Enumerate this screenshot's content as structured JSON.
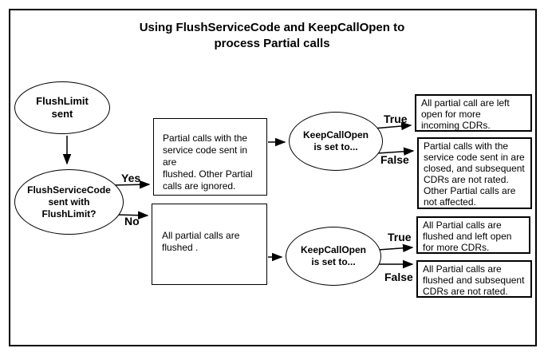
{
  "title": "Using FlushServiceCode and KeepCallOpen to\nprocess Partial calls",
  "nodes": {
    "flush_limit": "FlushLimit\nsent",
    "flush_service_code": "FlushServiceCode\nsent with\nFlushLimit?",
    "keep_call_open_top": "KeepCallOpen\nis set to...",
    "keep_call_open_bottom": "KeepCallOpen\nis set to...",
    "yes_branch_box": "Partial calls with the\nservice code sent in are\nflushed. Other Partial\ncalls are ignored.",
    "no_branch_box": "All partial calls are\nflushed .",
    "true_top_box": "All partial call are  left\nopen for more\nincoming CDRs.",
    "false_top_box": "Partial calls with the\nservice code sent in are\nclosed, and subsequent\nCDRs are not rated.\nOther Partial calls are\nnot affected.",
    "true_bottom_box": "All Partial calls are\nflushed and left open\nfor more CDRs.",
    "false_bottom_box": "All Partial calls are\nflushed and subsequent\nCDRs are not rated."
  },
  "labels": {
    "yes": "Yes",
    "no": "No",
    "true_top": "True",
    "false_top": "False",
    "true_bottom": "True",
    "false_bottom": "False"
  },
  "colors": {
    "line": "#000000",
    "text": "#000000",
    "background": "#ffffff"
  }
}
